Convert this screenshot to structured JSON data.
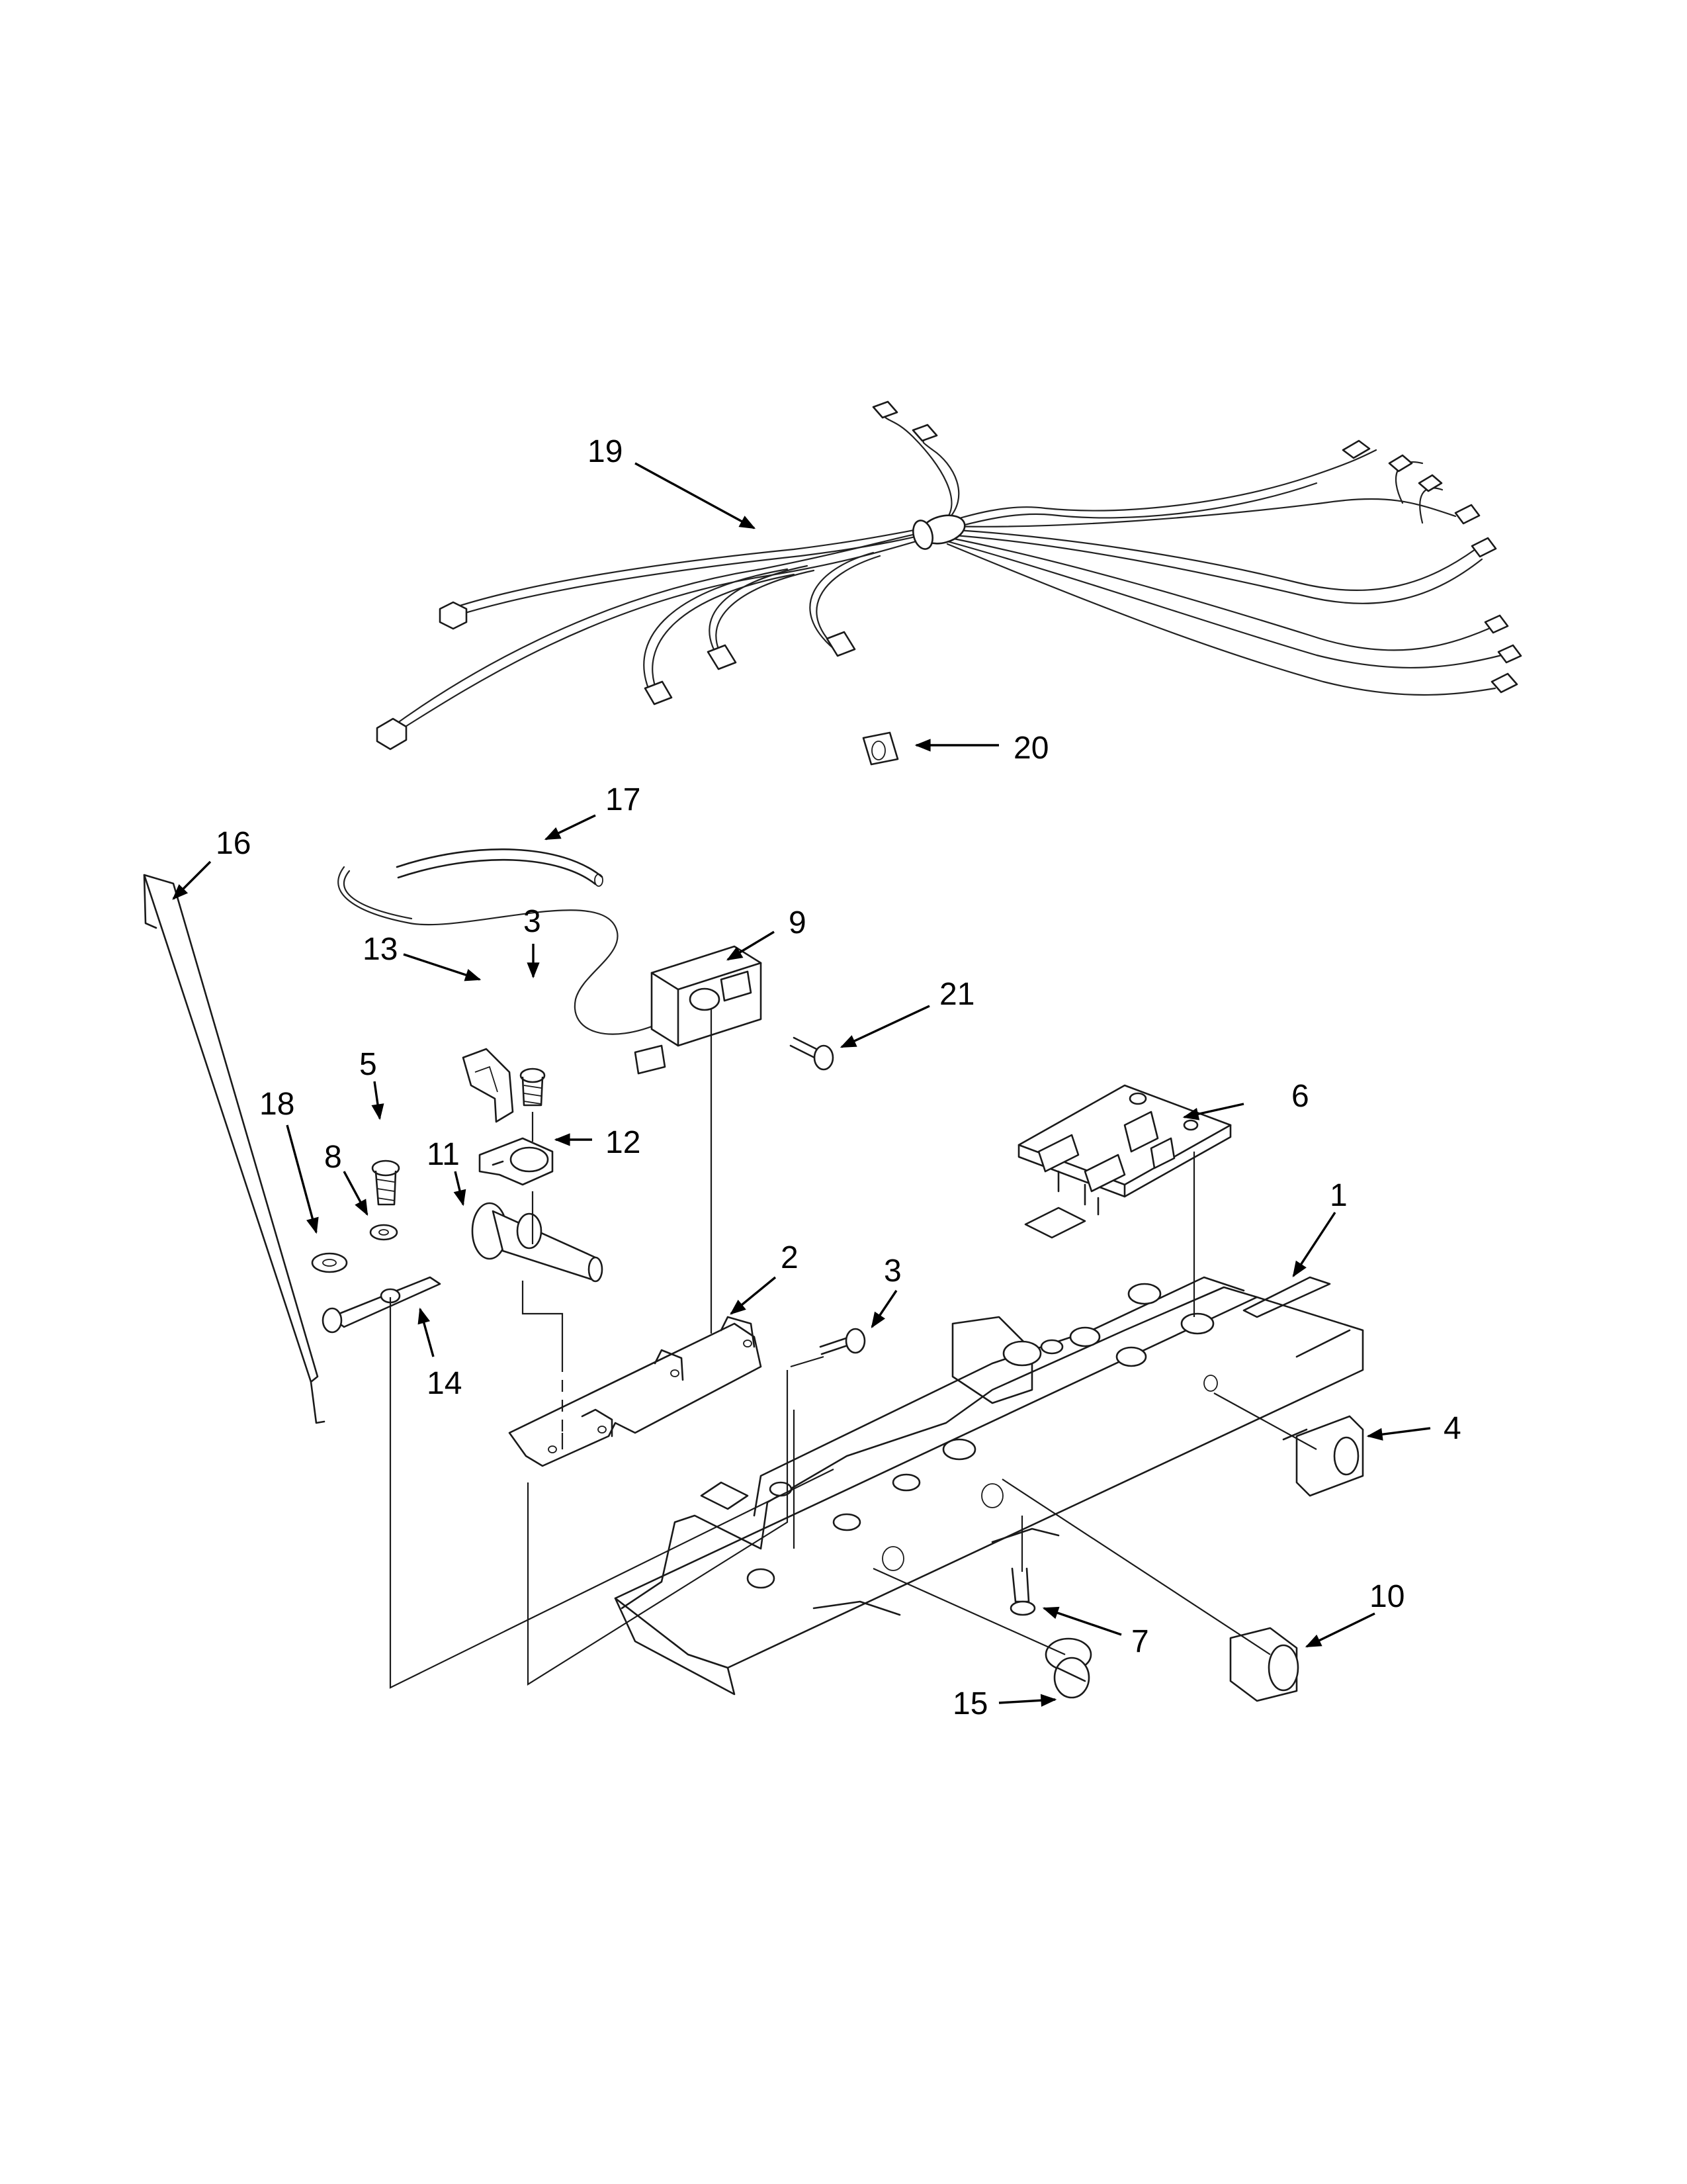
{
  "callouts": [
    {
      "id": "c1",
      "label": "1"
    },
    {
      "id": "c2",
      "label": "2"
    },
    {
      "id": "c3a",
      "label": "3"
    },
    {
      "id": "c3b",
      "label": "3"
    },
    {
      "id": "c4",
      "label": "4"
    },
    {
      "id": "c5",
      "label": "5"
    },
    {
      "id": "c6",
      "label": "6"
    },
    {
      "id": "c7",
      "label": "7"
    },
    {
      "id": "c8",
      "label": "8"
    },
    {
      "id": "c9",
      "label": "9"
    },
    {
      "id": "c10",
      "label": "10"
    },
    {
      "id": "c11",
      "label": "11"
    },
    {
      "id": "c12",
      "label": "12"
    },
    {
      "id": "c13",
      "label": "13"
    },
    {
      "id": "c14",
      "label": "14"
    },
    {
      "id": "c15",
      "label": "15"
    },
    {
      "id": "c16",
      "label": "16"
    },
    {
      "id": "c17",
      "label": "17"
    },
    {
      "id": "c18",
      "label": "18"
    },
    {
      "id": "c19",
      "label": "19"
    },
    {
      "id": "c20",
      "label": "20"
    },
    {
      "id": "c21",
      "label": "21"
    }
  ],
  "colors": {
    "line": "#1a1a1a",
    "background": "#ffffff"
  }
}
